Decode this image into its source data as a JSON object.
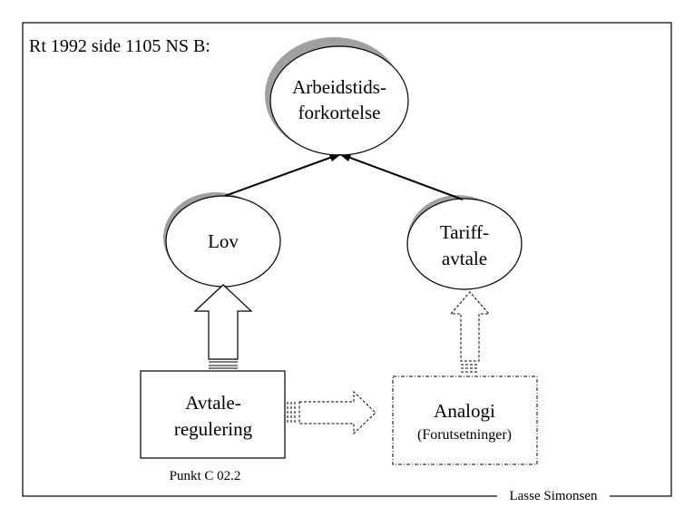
{
  "title": "Rt 1992 side 1105 NS B:",
  "nodes": {
    "top": {
      "line1": "Arbeidstids-",
      "line2": "forkortelse"
    },
    "lov": {
      "label": "Lov"
    },
    "tariff": {
      "line1": "Tariff-",
      "line2": "avtale"
    },
    "avtale": {
      "line1": "Avtale-",
      "line2": "regulering",
      "caption": "Punkt C 02.2"
    },
    "analogi": {
      "line1": "Analogi",
      "line2": "(Forutsetninger)"
    }
  },
  "footer": {
    "author": "Lasse Simonsen"
  },
  "colors": {
    "stroke": "#000000",
    "shadow": "#a0a0a0",
    "background": "#ffffff"
  }
}
